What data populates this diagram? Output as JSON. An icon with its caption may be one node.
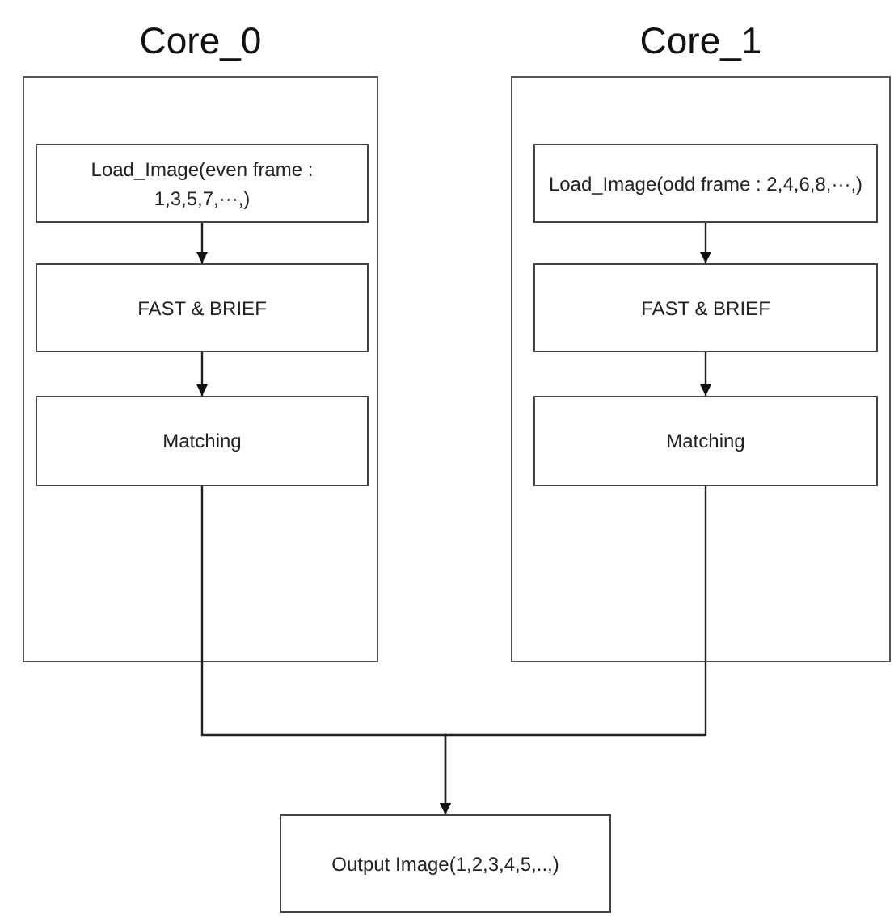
{
  "diagram": {
    "nodes": [
      {
        "text": [
          "Core_0"
        ]
      },
      {
        "text": [
          "Load_Image(even frame : 1,3,5,7,···,)"
        ],
        "in": 0
      },
      {
        "text": [
          "FAST & BRIEF"
        ],
        "in": 0
      },
      {
        "text": [
          "Matching"
        ],
        "in": 0
      },
      {
        "text": [
          "Core_1"
        ]
      },
      {
        "text": [
          "Load_Image(odd frame : 2,4,6,8,···,)"
        ],
        "in": 4
      },
      {
        "text": [
          "FAST & BRIEF"
        ],
        "in": 4
      },
      {
        "text": [
          "Matching"
        ],
        "in": 4
      },
      {
        "text": [
          "Output Image(1,2,3,4,5,..,)"
        ]
      }
    ],
    "edges": [
      {
        "from": 1,
        "to": 2,
        "arrow": "to"
      },
      {
        "from": 2,
        "to": 3,
        "arrow": "to"
      },
      {
        "from": 5,
        "to": 6,
        "arrow": "to"
      },
      {
        "from": 6,
        "to": 7,
        "arrow": "to"
      },
      {
        "from": 3,
        "to": 8,
        "arrow": "to"
      },
      {
        "from": 7,
        "to": 8,
        "arrow": "to"
      }
    ]
  }
}
